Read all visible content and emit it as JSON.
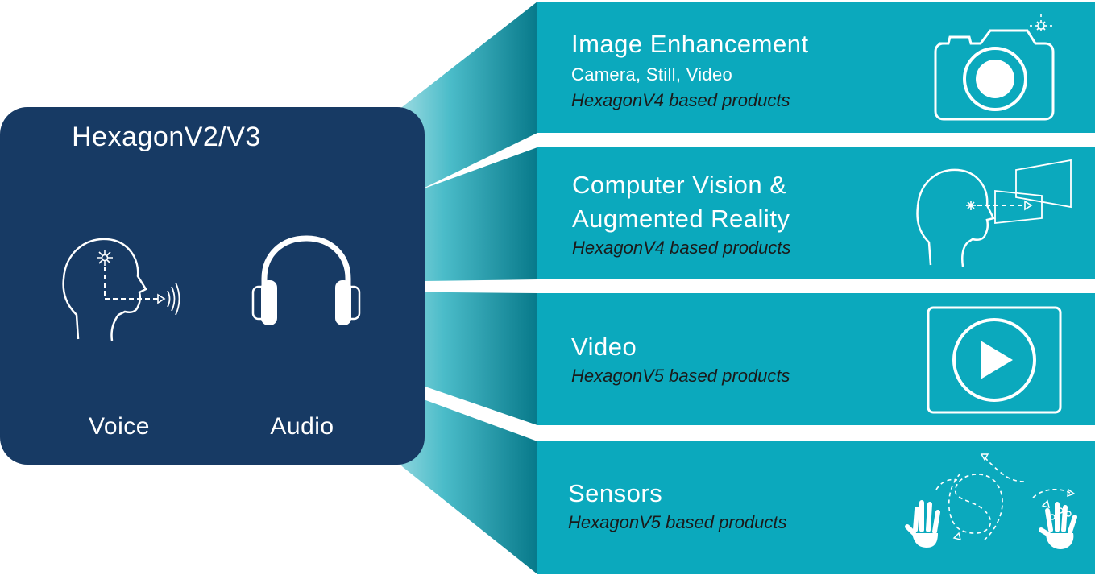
{
  "core": {
    "title": "HexagonV2/V3",
    "items": [
      {
        "label": "Voice",
        "icon": "voice-head-icon"
      },
      {
        "label": "Audio",
        "icon": "headphones-icon"
      }
    ]
  },
  "panels": [
    {
      "title": "Image Enhancement",
      "subtitle": "Camera, Still, Video",
      "note": "HexagonV4 based products",
      "icon": "camera-icon"
    },
    {
      "title_line1": "Computer Vision &",
      "title_line2": "Augmented Reality",
      "note": "HexagonV4 based products",
      "icon": "vision-head-icon"
    },
    {
      "title": "Video",
      "note": "HexagonV5 based products",
      "icon": "play-icon"
    },
    {
      "title": "Sensors",
      "note": "HexagonV5 based products",
      "icon": "gesture-hands-icon"
    }
  ],
  "colors": {
    "core": "#173a64",
    "panel": "#0ba9bd",
    "ray_dark": "#0a7f90",
    "ray_light": "#8fd8e0"
  }
}
